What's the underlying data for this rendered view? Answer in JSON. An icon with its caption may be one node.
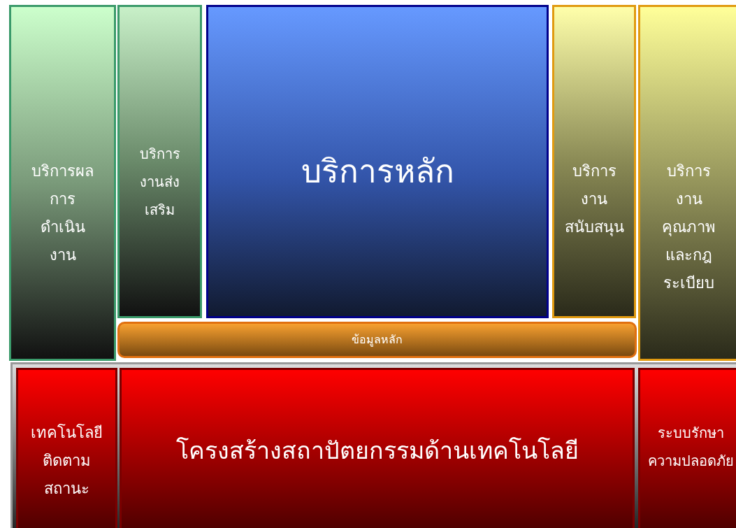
{
  "diagram": {
    "nodes": [
      {
        "text": [
          "บริการผลการดำเนินงาน"
        ]
      },
      {
        "text": [
          "บริการงานส่งเสริม"
        ]
      },
      {
        "text": [
          "บริการหลัก"
        ]
      },
      {
        "text": [
          "บริการงานสนับสนุน"
        ]
      },
      {
        "text": [
          "บริการงานคุณภาพและกฎระเบียบ"
        ]
      },
      {
        "text": [
          "ข้อมูลหลัก"
        ]
      },
      {
        "text": [],
        "shape": "box"
      },
      {
        "text": [
          "เทคโนโลยีติดตามสถานะ"
        ],
        "in": 6
      },
      {
        "text": [
          "โครงสร้างสถาปัตยกรรมด้านเทคโนโลยี"
        ],
        "in": 6
      },
      {
        "text": [
          "ระบบรักษาความปลอดภัย"
        ],
        "in": 6
      }
    ],
    "edges": []
  }
}
